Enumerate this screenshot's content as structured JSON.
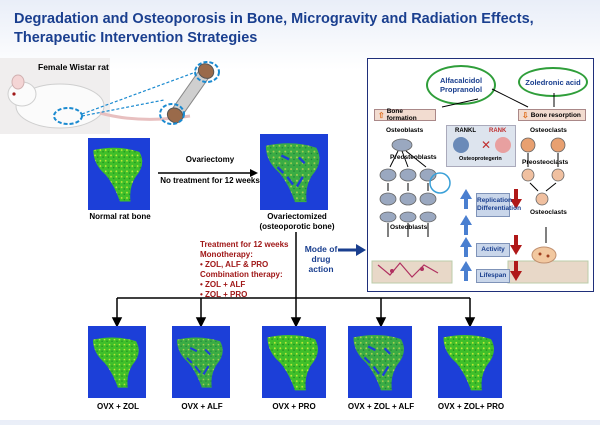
{
  "title": {
    "line1": "Degradation and Osteoporosis in Bone, Microgravity and Radiation Effects,",
    "line2": "Therapeutic Intervention Strategies"
  },
  "rat": {
    "label": "Female Wistar rat"
  },
  "normal_bone": {
    "label": "Normal rat bone"
  },
  "procedure": {
    "title": "Ovariectomy",
    "detail": "No treatment for 12 weeks"
  },
  "ovx_bone": {
    "label": "Ovariectomized (osteoporotic  bone)"
  },
  "treatment": {
    "heading": "Treatment for 12 weeks",
    "mono_heading": "Monotherapy:",
    "mono_items": "• ZOL, ALF & PRO",
    "combo_heading": "Combination therapy:",
    "combo_item1": "• ZOL + ALF",
    "combo_item2": "• ZOL + PRO"
  },
  "mode_of_action": "Mode of drug action",
  "mechanism": {
    "drug_left": "Alfacalcidol Propranolol",
    "drug_right": "Zoledronic acid",
    "bone_formation": "Bone formation",
    "bone_resorption": "Bone resorption",
    "osteoblasts_top": "Osteoblasts",
    "preosteoblasts": "Preosteoblasts",
    "osteoblasts_mid": "Osteoblasts",
    "rankl": "RANKL",
    "rank": "RANK",
    "osteoprotegerin": "Osteoprotegerin",
    "osteoclasts_top": "Osteoclasts",
    "preosteoclasts": "Preosteoclasts",
    "osteoclasts_mid": "Osteoclasts",
    "stage1": "Replication Differentiation",
    "stage2": "Activity",
    "stage3": "Lifespan"
  },
  "groups": [
    {
      "label": "OVX + ZOL"
    },
    {
      "label": "OVX + ALF"
    },
    {
      "label": "OVX + PRO"
    },
    {
      "label": "OVX + ZOL + ALF"
    },
    {
      "label": "OVX + ZOL+ PRO"
    }
  ],
  "colors": {
    "title": "#1a3f8f",
    "treatment_text": "#a01818",
    "bone_background": "#1c3fd8",
    "bone_green": "#3fbf2a",
    "drug_oval_border": "#2f9e3a",
    "up_arrow": "#4a7fd0",
    "down_arrow": "#b01818"
  }
}
